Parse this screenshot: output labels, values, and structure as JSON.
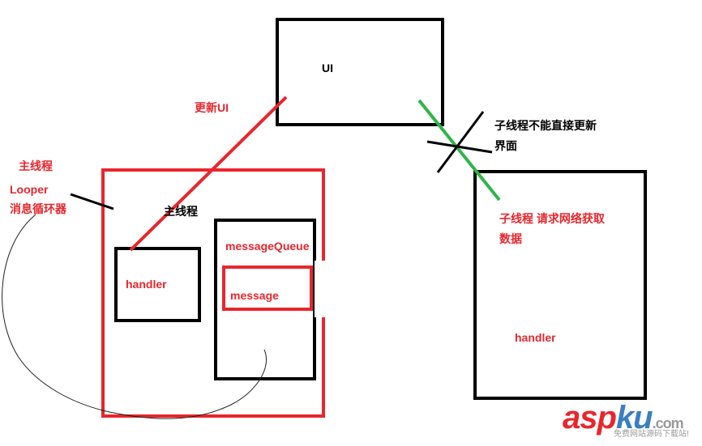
{
  "labels": {
    "ui": "UI",
    "update_ui": "更新UI",
    "main_thread_side": "主线程",
    "looper": "Looper",
    "message_loop": "消息循环器",
    "main_thread_inner": "主线程",
    "message_queue": "messageQueue",
    "message": "message",
    "handler_main": "handler",
    "child_no_update_line1": "子线程不能直接更新",
    "child_no_update_line2": "界面",
    "child_request_line1": "子线程 请求网络获取",
    "child_request_line2": "数据",
    "handler_child": "handler"
  },
  "watermark": {
    "brand_part1": "asp",
    "brand_part2": "ku",
    "brand_suffix": ".com",
    "tagline": "免费网站源码下载站!"
  },
  "colors": {
    "red": "#e8262d",
    "black": "#000000",
    "green": "#2fb54a",
    "watermark_blue": "#3a7fc1"
  }
}
